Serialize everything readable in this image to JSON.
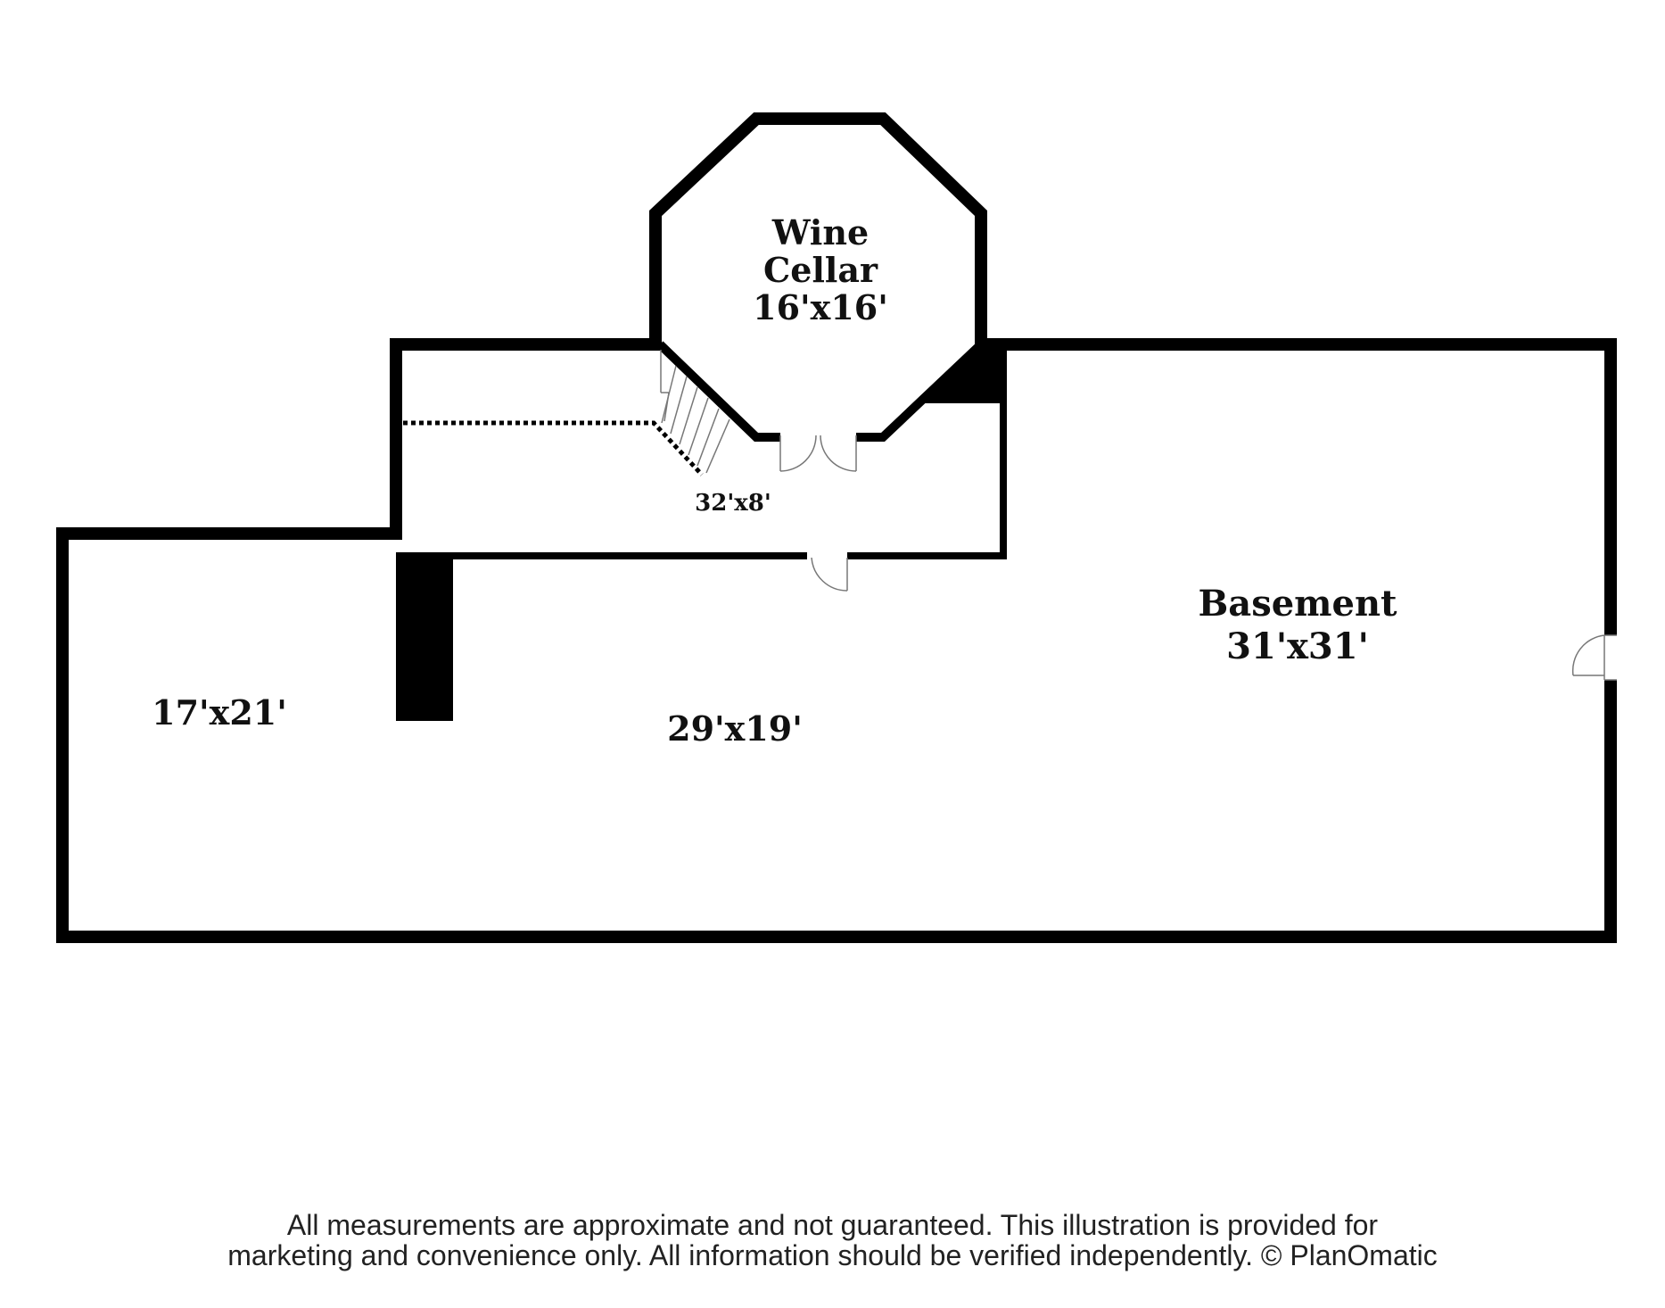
{
  "colors": {
    "wall": "#000000",
    "background": "#ffffff",
    "text": "#111111",
    "footer_text": "#222222"
  },
  "rooms": {
    "wine_cellar": {
      "name_line1": "Wine",
      "name_line2": "Cellar",
      "dimensions": "16'x16'"
    },
    "hallway": {
      "dimensions": "32'x8'"
    },
    "left_room": {
      "dimensions": "17'x21'"
    },
    "center_room": {
      "dimensions": "29'x19'"
    },
    "basement": {
      "name": "Basement",
      "dimensions": "31'x31'"
    }
  },
  "disclaimer": {
    "line1": "All measurements are approximate and not guaranteed. This illustration is provided for",
    "line2": "marketing and convenience only. All information should be verified independently. © PlanOmatic"
  }
}
